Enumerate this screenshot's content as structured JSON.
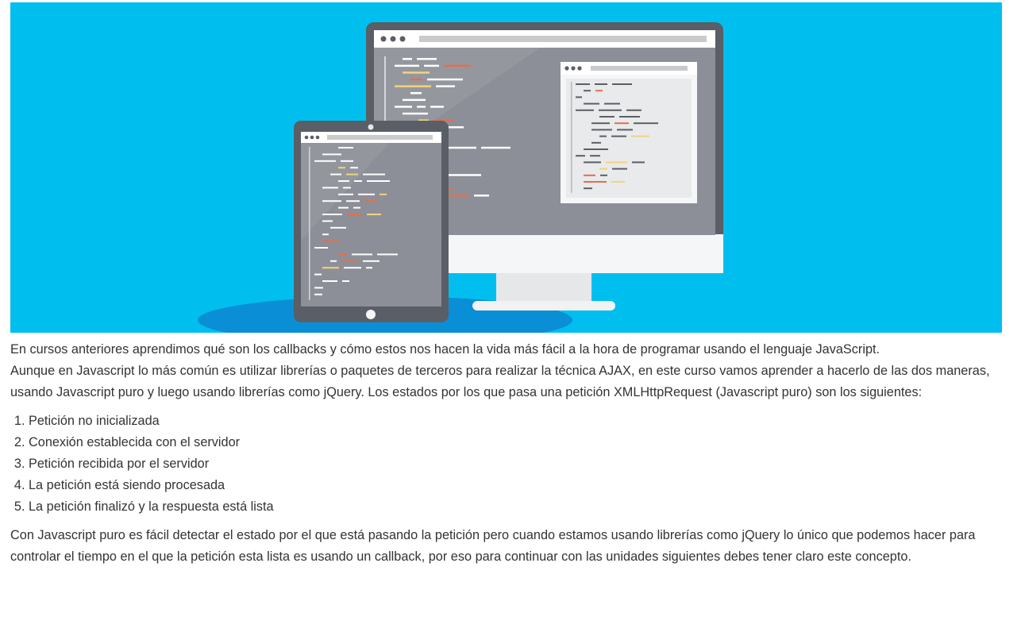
{
  "hero": {
    "icon": "devices-code-illustration",
    "colors": {
      "background": "#00bfef",
      "monitor_frame": "#5a5e66",
      "monitor_screen": "#8c8f97",
      "inner_window": "#e9eaeb",
      "tablet_frame": "#5a5e66",
      "stand": "#e6e7e8",
      "accent_orange": "#e1704e",
      "accent_yellow": "#f3d37d"
    }
  },
  "article": {
    "paragraph1_line1": "En cursos anteriores aprendimos qué son los callbacks y cómo estos nos hacen la vida más fácil a la hora de programar usando el lenguaje JavaScript.",
    "paragraph1_line2": "Aunque en Javascript lo más común es utilizar librerías o paquetes de terceros para realizar la técnica AJAX, en este curso vamos aprender a hacerlo de las dos maneras, usando Javascript puro y luego usando librerías como jQuery. Los estados por los que pasa una petición XMLHttpRequest (Javascript puro) son los siguientes:",
    "states": [
      "Petición no inicializada",
      "Conexión establecida con el servidor",
      "Petición recibida por el servidor",
      "La petición está siendo procesada",
      "La petición finalizó y la respuesta está lista"
    ],
    "paragraph2": "Con Javascript puro es fácil detectar el estado por el que está pasando la petición pero cuando estamos usando librerías como jQuery lo único que podemos hacer para controlar el tiempo en el que la petición esta lista es usando un callback, por eso para continuar con las unidades siguientes debes tener claro este concepto."
  }
}
